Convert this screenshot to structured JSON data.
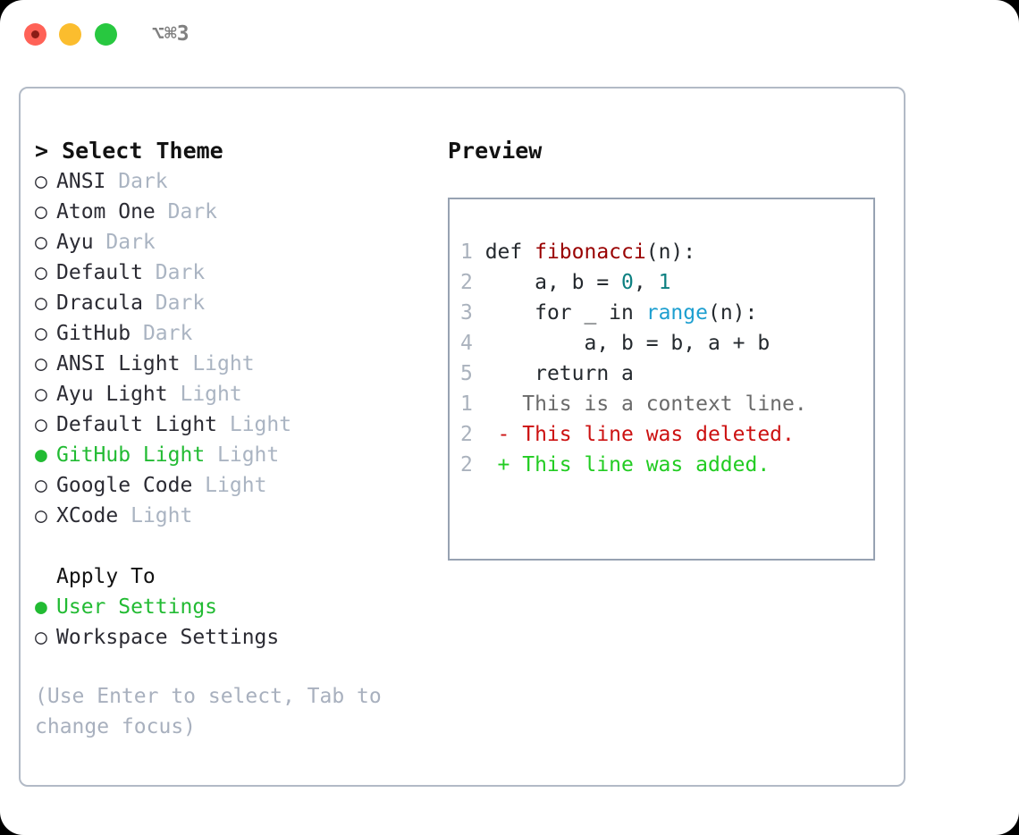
{
  "window": {
    "shortcut": "⌥⌘3",
    "traffic_lights": [
      {
        "name": "close-button",
        "color": "#ff6257"
      },
      {
        "name": "minimize-button",
        "color": "#fbbd2e"
      },
      {
        "name": "maximize-button",
        "color": "#28c840"
      }
    ]
  },
  "theme_picker": {
    "title": "> Select Theme",
    "selected_marker": "●",
    "unselected_marker": "○",
    "accent_color": "#22bb33",
    "items": [
      {
        "name": "ANSI",
        "kind": "Dark",
        "selected": false
      },
      {
        "name": "Atom One",
        "kind": "Dark",
        "selected": false
      },
      {
        "name": "Ayu",
        "kind": "Dark",
        "selected": false
      },
      {
        "name": "Default",
        "kind": "Dark",
        "selected": false
      },
      {
        "name": "Dracula",
        "kind": "Dark",
        "selected": false
      },
      {
        "name": "GitHub",
        "kind": "Dark",
        "selected": false
      },
      {
        "name": "ANSI Light",
        "kind": "Light",
        "selected": false
      },
      {
        "name": "Ayu Light",
        "kind": "Light",
        "selected": false
      },
      {
        "name": "Default Light",
        "kind": "Light",
        "selected": false
      },
      {
        "name": "GitHub Light",
        "kind": "Light",
        "selected": true
      },
      {
        "name": "Google Code",
        "kind": "Light",
        "selected": false
      },
      {
        "name": "XCode",
        "kind": "Light",
        "selected": false
      }
    ]
  },
  "apply_to": {
    "title": "Apply To",
    "options": [
      {
        "label": "User Settings",
        "selected": true
      },
      {
        "label": "Workspace Settings",
        "selected": false
      }
    ]
  },
  "hint": "(Use Enter to select, Tab to change focus)",
  "preview": {
    "title": "Preview",
    "code_lines": [
      {
        "num": "1",
        "tokens": [
          {
            "t": "def ",
            "c": "plain"
          },
          {
            "t": "fibonacci",
            "c": "fn"
          },
          {
            "t": "(n):",
            "c": "plain"
          }
        ]
      },
      {
        "num": "2",
        "tokens": [
          {
            "t": "    a, b = ",
            "c": "plain"
          },
          {
            "t": "0",
            "c": "num"
          },
          {
            "t": ", ",
            "c": "plain"
          },
          {
            "t": "1",
            "c": "num"
          }
        ]
      },
      {
        "num": "3",
        "tokens": [
          {
            "t": "    for _ in ",
            "c": "plain"
          },
          {
            "t": "range",
            "c": "builtin"
          },
          {
            "t": "(n):",
            "c": "plain"
          }
        ]
      },
      {
        "num": "4",
        "tokens": [
          {
            "t": "        a, b = b, a + b",
            "c": "plain"
          }
        ]
      },
      {
        "num": "5",
        "tokens": [
          {
            "t": "    return a",
            "c": "plain"
          }
        ]
      }
    ],
    "diff_lines": [
      {
        "num": "1",
        "sign": "  ",
        "text": "This is a context line.",
        "kind": "ctx"
      },
      {
        "num": "2",
        "sign": "- ",
        "text": "This line was deleted.",
        "kind": "del"
      },
      {
        "num": "2",
        "sign": "+ ",
        "text": "This line was added.",
        "kind": "add"
      }
    ]
  }
}
